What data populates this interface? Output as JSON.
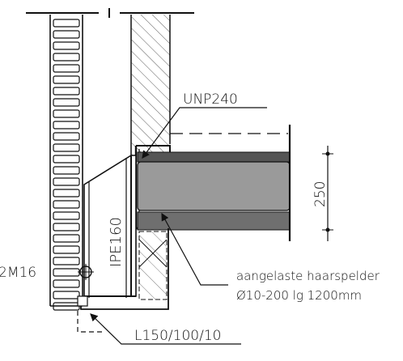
{
  "labels": {
    "unp": "UNP240",
    "ipe": "IPE160",
    "bolts": "2M16",
    "dimension": "250",
    "angle": "L150/100/10",
    "hairpin_line1": "aangelaste haarspelder",
    "hairpin_line2": "Ø10-200 lg 1200mm"
  }
}
